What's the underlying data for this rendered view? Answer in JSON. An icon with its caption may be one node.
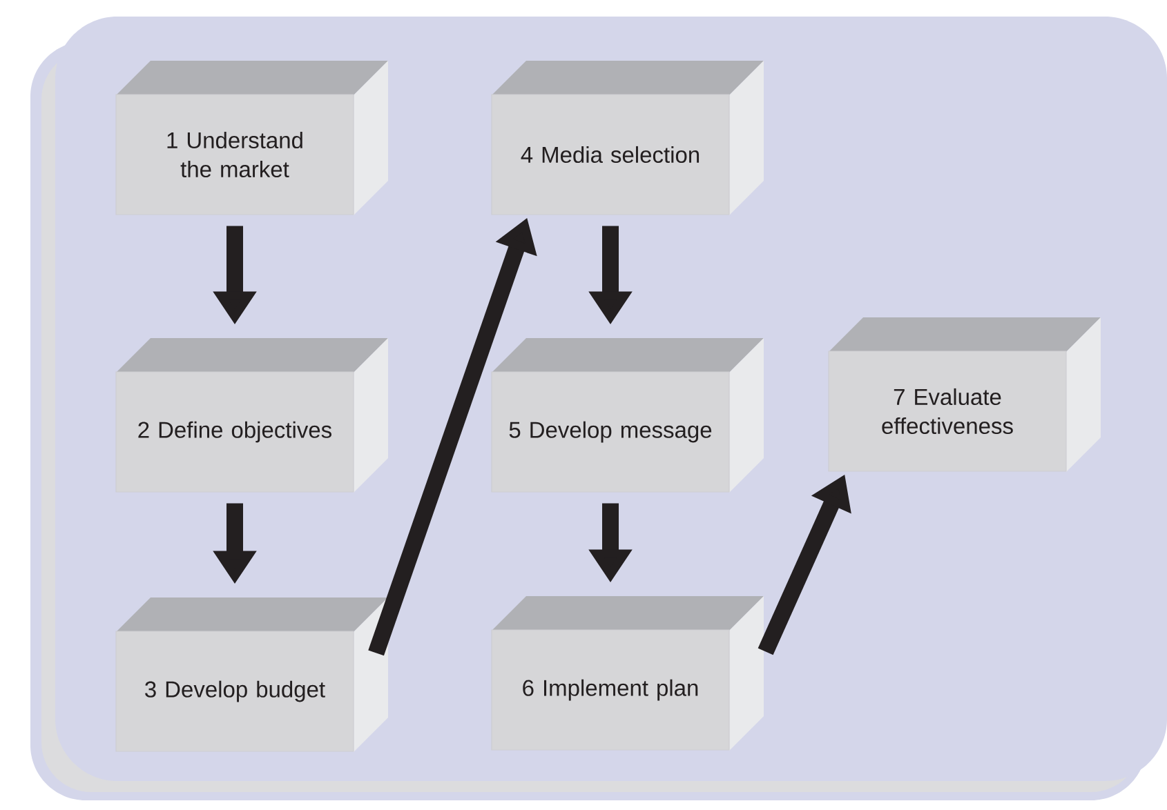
{
  "diagram": {
    "nodes": [
      {
        "text": [
          "1 Understand the market"
        ]
      },
      {
        "text": [
          "2 Define objectives"
        ]
      },
      {
        "text": [
          "3 Develop budget"
        ]
      },
      {
        "text": [
          "4 Media selection"
        ]
      },
      {
        "text": [
          "5 Develop message"
        ]
      },
      {
        "text": [
          "6 Implement plan"
        ]
      },
      {
        "text": [
          "7 Evaluate effectiveness"
        ]
      }
    ],
    "edges": [
      {
        "from": 0,
        "to": 1,
        "arrow": "to"
      },
      {
        "from": 1,
        "to": 2,
        "arrow": "to"
      },
      {
        "from": 2,
        "to": 3,
        "arrow": "to"
      },
      {
        "from": 3,
        "to": 4,
        "arrow": "to"
      },
      {
        "from": 4,
        "to": 5,
        "arrow": "to"
      },
      {
        "from": 5,
        "to": 6,
        "arrow": "to"
      }
    ]
  }
}
